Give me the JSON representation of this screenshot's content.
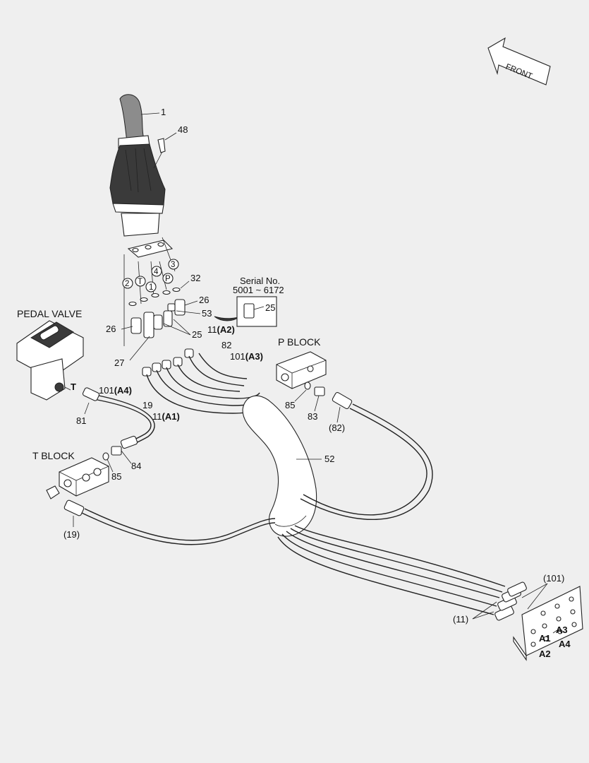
{
  "labels": {
    "front": "FRONT",
    "pedal_valve": "PEDAL VALVE",
    "p_block": "P BLOCK",
    "t_block": "T BLOCK",
    "serial_title": "Serial No.",
    "serial_range": "5001 ~ 6172",
    "port_t": "T",
    "ports": {
      "a1": "A1",
      "a2": "A2",
      "a3": "A3",
      "a4": "A4"
    }
  },
  "callouts": {
    "p1": "1",
    "p48": "48",
    "p32": "32",
    "p26a": "26",
    "p53": "53",
    "p25a": "25",
    "p25b": "25",
    "p26b": "26",
    "p27": "27",
    "p11a2": "11",
    "p11a2_port": "(A2)",
    "p82": "82",
    "p101a3": "101",
    "p101a3_port": "(A3)",
    "p101a4": "101",
    "p101a4_port": "(A4)",
    "p19": "19",
    "p11a1": "11",
    "p11a1_port": "(A1)",
    "p81": "81",
    "p85a": "85",
    "p83": "83",
    "p82ref": "(82)",
    "p84": "84",
    "p85b": "85",
    "p52": "52",
    "p19ref": "(19)",
    "p101ref": "(101)",
    "p11ref": "(11)"
  },
  "port_markers": {
    "m2": "2",
    "mT": "T",
    "m1": "1",
    "m4": "4",
    "mP": "P",
    "m3": "3"
  },
  "colors": {
    "background": "#efefef",
    "line": "#222222",
    "handle": "#8c8c8c",
    "boot": "#3a3a3a"
  }
}
